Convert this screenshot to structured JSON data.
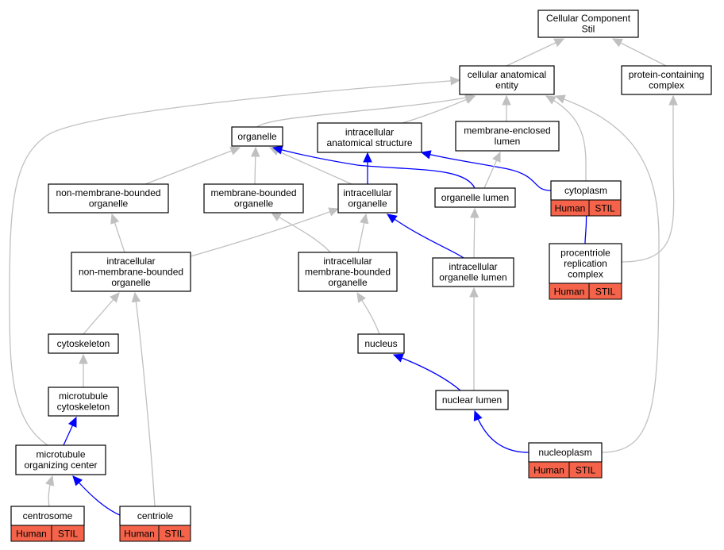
{
  "nodes": [
    {
      "id": "root",
      "lines": [
        "Cellular Component",
        "Stil"
      ]
    },
    {
      "id": "cae",
      "lines": [
        "cellular anatomical",
        "entity"
      ]
    },
    {
      "id": "pcc",
      "lines": [
        "protein-containing",
        "complex"
      ]
    },
    {
      "id": "organelle",
      "lines": [
        "organelle"
      ]
    },
    {
      "id": "ias",
      "lines": [
        "intracellular",
        "anatomical structure"
      ]
    },
    {
      "id": "mel",
      "lines": [
        "membrane-enclosed",
        "lumen"
      ]
    },
    {
      "id": "nmbo",
      "lines": [
        "non-membrane-bounded",
        "organelle"
      ]
    },
    {
      "id": "mbo",
      "lines": [
        "membrane-bounded",
        "organelle"
      ]
    },
    {
      "id": "io",
      "lines": [
        "intracellular",
        "organelle"
      ]
    },
    {
      "id": "ol",
      "lines": [
        "organelle lumen"
      ]
    },
    {
      "id": "cytoplasm",
      "lines": [
        "cytoplasm"
      ],
      "tags": [
        "Human",
        "STIL"
      ]
    },
    {
      "id": "inmbo",
      "lines": [
        "intracellular",
        "non-membrane-bounded",
        "organelle"
      ]
    },
    {
      "id": "imbo",
      "lines": [
        "intracellular",
        "membrane-bounded",
        "organelle"
      ]
    },
    {
      "id": "iol",
      "lines": [
        "intracellular",
        "organelle lumen"
      ]
    },
    {
      "id": "prc",
      "lines": [
        "procentriole",
        "replication",
        "complex"
      ],
      "tags": [
        "Human",
        "STIL"
      ]
    },
    {
      "id": "cytoskeleton",
      "lines": [
        "cytoskeleton"
      ]
    },
    {
      "id": "nucleus",
      "lines": [
        "nucleus"
      ]
    },
    {
      "id": "mtc",
      "lines": [
        "microtubule",
        "cytoskeleton"
      ]
    },
    {
      "id": "nl",
      "lines": [
        "nuclear lumen"
      ]
    },
    {
      "id": "mtoc",
      "lines": [
        "microtubule",
        "organizing center"
      ]
    },
    {
      "id": "nucleoplasm",
      "lines": [
        "nucleoplasm"
      ],
      "tags": [
        "Human",
        "STIL"
      ]
    },
    {
      "id": "centrosome",
      "lines": [
        "centrosome"
      ],
      "tags": [
        "Human",
        "STIL"
      ]
    },
    {
      "id": "centriole",
      "lines": [
        "centriole"
      ],
      "tags": [
        "Human",
        "STIL"
      ]
    }
  ],
  "edges": [
    {
      "from": "cae",
      "to": "root",
      "type": "is_a"
    },
    {
      "from": "pcc",
      "to": "root",
      "type": "is_a"
    },
    {
      "from": "organelle",
      "to": "cae",
      "type": "is_a"
    },
    {
      "from": "ias",
      "to": "cae",
      "type": "is_a"
    },
    {
      "from": "mel",
      "to": "cae",
      "type": "is_a"
    },
    {
      "from": "cytoplasm",
      "to": "cae",
      "type": "is_a"
    },
    {
      "from": "nucleoplasm",
      "to": "cae",
      "type": "is_a"
    },
    {
      "from": "mtoc",
      "to": "cae",
      "type": "is_a"
    },
    {
      "from": "prc",
      "to": "pcc",
      "type": "is_a"
    },
    {
      "from": "nmbo",
      "to": "organelle",
      "type": "is_a"
    },
    {
      "from": "mbo",
      "to": "organelle",
      "type": "is_a"
    },
    {
      "from": "io",
      "to": "organelle",
      "type": "is_a"
    },
    {
      "from": "ol",
      "to": "organelle",
      "type": "part_of"
    },
    {
      "from": "io",
      "to": "ias",
      "type": "part_of"
    },
    {
      "from": "cytoplasm",
      "to": "ias",
      "type": "part_of"
    },
    {
      "from": "ol",
      "to": "mel",
      "type": "is_a"
    },
    {
      "from": "prc",
      "to": "cytoplasm",
      "type": "part_of"
    },
    {
      "from": "inmbo",
      "to": "nmbo",
      "type": "is_a"
    },
    {
      "from": "inmbo",
      "to": "io",
      "type": "is_a"
    },
    {
      "from": "imbo",
      "to": "mbo",
      "type": "is_a"
    },
    {
      "from": "imbo",
      "to": "io",
      "type": "is_a"
    },
    {
      "from": "iol",
      "to": "io",
      "type": "part_of"
    },
    {
      "from": "iol",
      "to": "ol",
      "type": "is_a"
    },
    {
      "from": "cytoskeleton",
      "to": "inmbo",
      "type": "is_a"
    },
    {
      "from": "centriole",
      "to": "inmbo",
      "type": "is_a"
    },
    {
      "from": "nucleus",
      "to": "imbo",
      "type": "is_a"
    },
    {
      "from": "nl",
      "to": "iol",
      "type": "is_a"
    },
    {
      "from": "mtc",
      "to": "cytoskeleton",
      "type": "is_a"
    },
    {
      "from": "nl",
      "to": "nucleus",
      "type": "part_of"
    },
    {
      "from": "mtoc",
      "to": "mtc",
      "type": "part_of"
    },
    {
      "from": "nucleoplasm",
      "to": "nl",
      "type": "part_of"
    },
    {
      "from": "centrosome",
      "to": "mtoc",
      "type": "is_a"
    },
    {
      "from": "centriole",
      "to": "mtoc",
      "type": "part_of"
    }
  ],
  "colors": {
    "is_a_edge": "#c0c0c0",
    "part_of_edge": "#0000ff",
    "annotation_fill": "#f4634a",
    "node_border": "#000000"
  }
}
